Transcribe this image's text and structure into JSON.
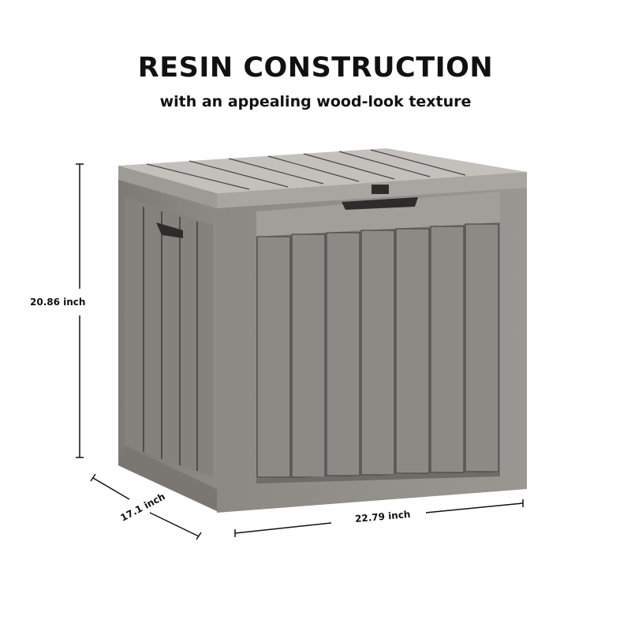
{
  "heading": {
    "title": "RESIN CONSTRUCTION",
    "subtitle": "with an appealing wood-look texture"
  },
  "product": {
    "name": "storage box",
    "colors": {
      "body": "#8f8b87",
      "frame": "#9c9894",
      "lid": "#bdbab6",
      "dark": "#3a3836"
    }
  },
  "dimensions": {
    "height": "20.86 inch",
    "depth": "17.1 inch",
    "width": "22.79 inch"
  }
}
